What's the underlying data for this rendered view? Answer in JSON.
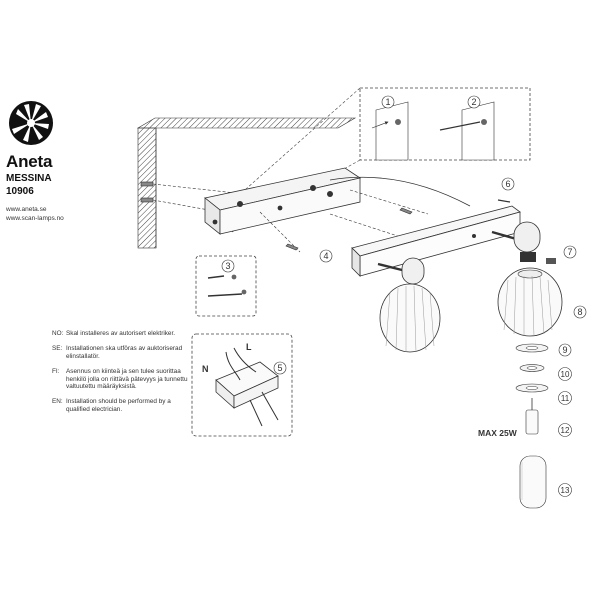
{
  "brand": {
    "name": "Aneta",
    "model": "MESSINA",
    "code": "10906",
    "websites": [
      "www.aneta.se",
      "www.scan-lamps.no"
    ]
  },
  "notes": [
    {
      "lang": "NO:",
      "text": "Skal installeres av autorisert elektriker."
    },
    {
      "lang": "SE:",
      "text": "Installationen ska utföras av auktoriserad elinstallatör."
    },
    {
      "lang": "FI:",
      "text": "Asennus on kiinteä ja sen tulee suorittaa henkilö jolla on riittävä pätevyys ja tunnettu valtuutettu määräyksistä."
    },
    {
      "lang": "EN:",
      "text": "Installation should be performed by a qualified electrician."
    }
  ],
  "wiring": {
    "neutral": "N",
    "live": "L"
  },
  "bulb_rating": "MAX 25W",
  "steps": [
    "1",
    "2",
    "3",
    "4",
    "5",
    "6",
    "7",
    "8",
    "9",
    "10",
    "11",
    "12",
    "13"
  ]
}
